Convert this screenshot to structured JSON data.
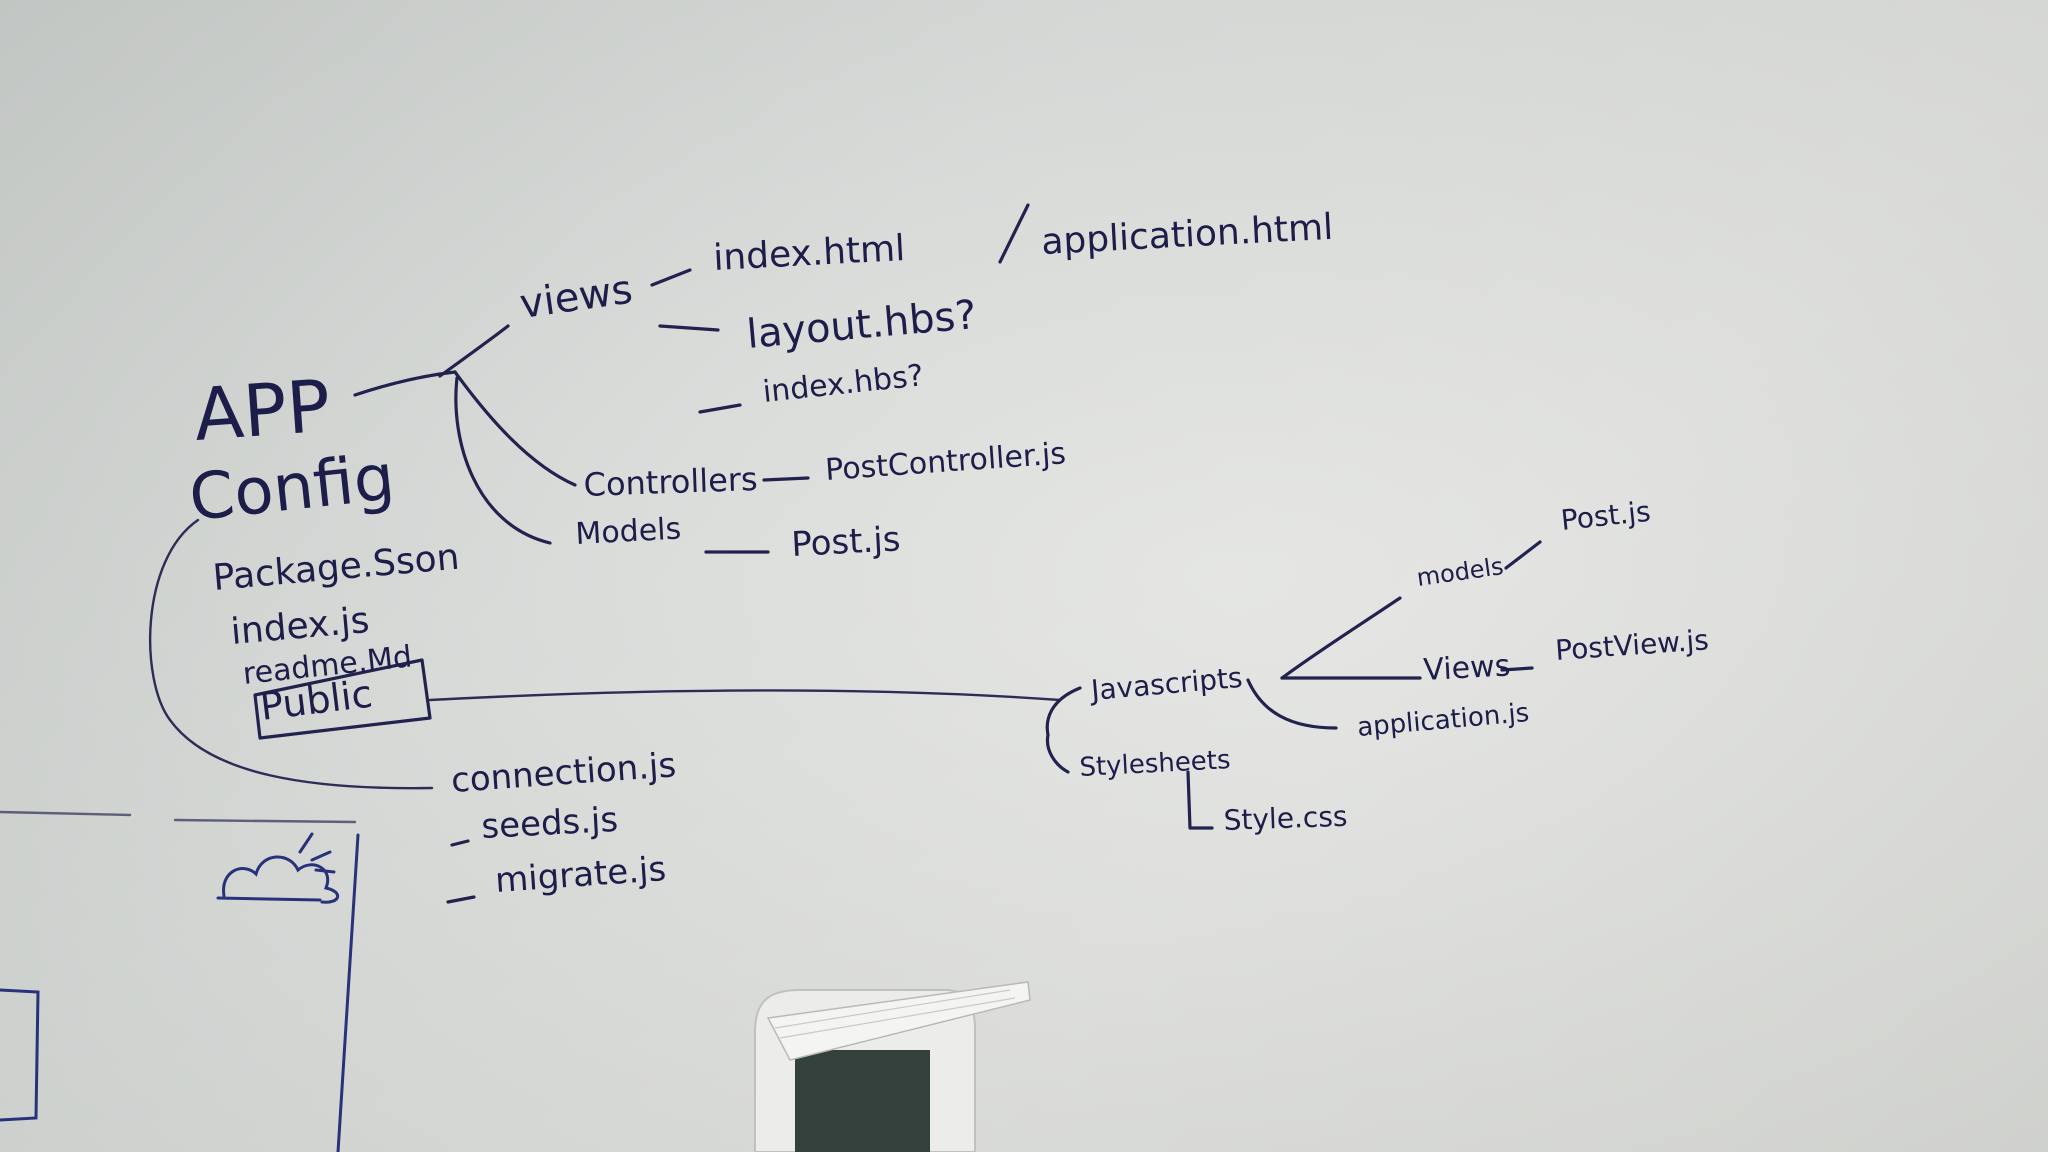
{
  "root": {
    "app": "APP",
    "config": "Config",
    "package": "Package.Sson",
    "index": "index.js",
    "readme": "readme.Md",
    "public": "Public"
  },
  "views": {
    "label": "views",
    "index_html": "index.html",
    "application_html": "application.html",
    "layout": "layout.hbs?",
    "index_hbs": "index.hbs?"
  },
  "controllers": {
    "label": "Controllers",
    "file": "PostController.js"
  },
  "models": {
    "label": "Models",
    "file": "Post.js"
  },
  "config_files": [
    "connection.js",
    "seeds.js",
    "migrate.js"
  ],
  "public_tree": {
    "javascripts": "Javascripts",
    "models": "models",
    "models_file": "Post.js",
    "views": "Views",
    "views_file": "PostView.js",
    "application": "application.js",
    "stylesheets": "Stylesheets",
    "style": "Style.css"
  }
}
